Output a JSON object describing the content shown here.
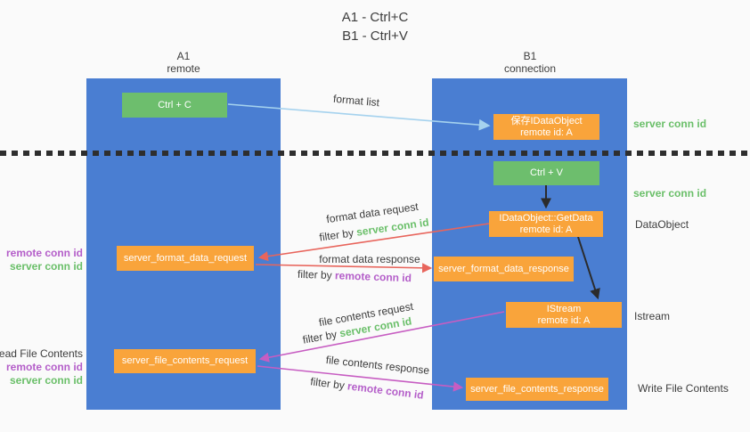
{
  "title": {
    "line1": "A1 - Ctrl+C",
    "line2": "B1 - Ctrl+V"
  },
  "lanes": {
    "left": {
      "name": "A1",
      "role": "remote"
    },
    "right": {
      "name": "B1",
      "role": "connection"
    }
  },
  "nodes": {
    "ctrl_c": {
      "label": "Ctrl + C"
    },
    "ctrl_v": {
      "label": "Ctrl + V"
    },
    "save_dataobject": {
      "line1": "保存IDataObject",
      "line2": "remote id: A"
    },
    "getdata": {
      "line1": "IDataObject::GetData",
      "line2": "remote id: A"
    },
    "istream": {
      "line1": "IStream",
      "line2": "remote id: A"
    },
    "format_request": {
      "label": "server_format_data_request"
    },
    "format_response": {
      "label": "server_format_data_response"
    },
    "file_request": {
      "label": "server_file_contents_request"
    },
    "file_response": {
      "label": "server_file_contents_response"
    }
  },
  "edge_labels": {
    "format_list": "format list",
    "format_data_request": "format data request",
    "format_data_response": "format data response",
    "file_contents_request": "file contents request",
    "file_contents_response": "file contents response",
    "filter_by": "filter by ",
    "server_conn_id": "server conn id",
    "remote_conn_id": "remote conn id"
  },
  "side_labels": {
    "left_remote_conn_id": "remote conn id",
    "left_server_conn_id": "server conn id",
    "read_file_contents": "Read File Contents",
    "left_remote_conn_id2": "remote conn id",
    "left_server_conn_id2": "server conn id",
    "right_server_conn_id_top": "server conn id",
    "right_server_conn_id_mid": "server conn id",
    "dataobject": "DataObject",
    "istream": "Istream",
    "write_file_contents": "Write File Contents"
  },
  "colors": {
    "lane_blue": "#4A7ED2",
    "box_green": "#6DBE6D",
    "box_orange": "#F9A43B",
    "text_dark": "#3D3D3D",
    "green_text": "#6ABF69",
    "purple_text": "#B45EC9",
    "arrow_red": "#E8655C",
    "arrow_magenta": "#C75DC2",
    "arrow_blue": "#A5D2EE",
    "arrow_black": "#2B2B2B",
    "background": "#FAFAFA"
  }
}
